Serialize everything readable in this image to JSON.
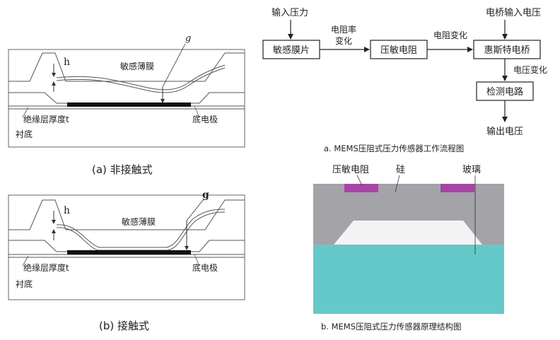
{
  "diagram_a": {
    "label_h": "h",
    "label_g": "g",
    "membrane": "敏感薄膜",
    "insulation": "绝缘层厚度t",
    "substrate": "衬底",
    "electrode": "底电极",
    "caption": "(a) 非接触式"
  },
  "diagram_b": {
    "label_h": "h",
    "label_g": "g",
    "membrane": "敏感薄膜",
    "insulation": "绝缘层厚度t",
    "substrate": "衬底",
    "electrode": "底电极",
    "caption": "(b) 接触式"
  },
  "flow": {
    "input_pressure": "输入压力",
    "box1": "敏感膜片",
    "arrow1_line1": "电阻率",
    "arrow1_line2": "变化",
    "box2": "压敏电阻",
    "arrow2": "电阻变化",
    "bridge_input": "电桥输入电压",
    "box3": "惠斯特电桥",
    "arrow3": "电压变化",
    "box4": "检测电路",
    "output": "输出电压",
    "caption": "a. MEMS压阻式压力传感器工作流程图"
  },
  "structure": {
    "label_resistor": "压敏电阻",
    "label_silicon": "硅",
    "label_glass": "玻璃",
    "caption": "b. MEMS压阻式压力传感器原理结构图",
    "colors": {
      "silicon": "#a3a3a8",
      "glass": "#66c9c9",
      "resistor": "#a844a6",
      "cavity": "#f4f4f4"
    }
  }
}
